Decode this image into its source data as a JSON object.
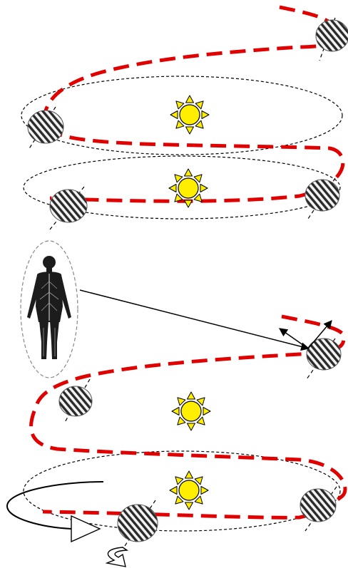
{
  "colors": {
    "spiral": "#e00000",
    "orbit": "#000000",
    "sun_fill": "#ffee00",
    "sun_ray": "#ffee00",
    "planet_dark": "#2a2a2a",
    "planet_light": "#f2f2f2",
    "human_figure": "#1c1c1c",
    "human_nerve": "#9a9a9a"
  },
  "icons": {
    "sun": "sun-icon",
    "planet": "hatched-planet-icon",
    "human": "human-body-icon",
    "spin": "curved-arrow-icon",
    "direction": "triangle-arrow-icon"
  },
  "sections": [
    {
      "id": "upper-orbit",
      "sun": "sun-icon",
      "planets": 1,
      "orbit_visible": true
    },
    {
      "id": "second-orbit",
      "sun": "sun-icon",
      "planets": 2,
      "orbit_visible": true
    },
    {
      "id": "third-orbit",
      "sun": "sun-icon",
      "planets": 2,
      "orbit_visible": false
    },
    {
      "id": "lower-orbit",
      "sun": "sun-icon",
      "planets": 2,
      "orbit_visible": true
    }
  ],
  "annotations": {
    "observer": "human-body-icon",
    "line_of_sight": "observer-to-planet",
    "planet_axis_arrows": 2
  }
}
